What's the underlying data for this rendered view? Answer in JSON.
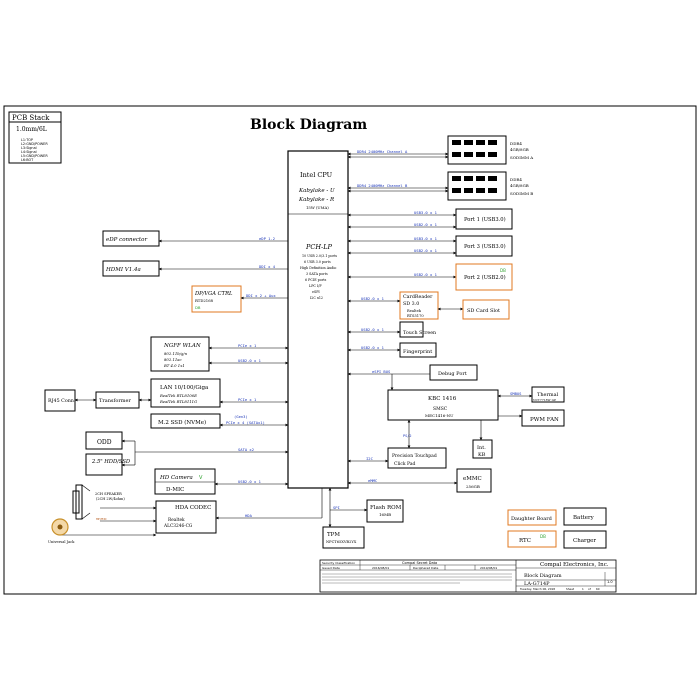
{
  "title": "Block Diagram",
  "pcb_stack": {
    "heading": "PCB Stack",
    "thickness": "1.0mm/6L",
    "layers": [
      "L1:TOP",
      "L2:GND/POWER",
      "L3:Signal",
      "L4:Signal",
      "L5:GND/POWER",
      "L6:BOT"
    ]
  },
  "cpu": {
    "name": "Intel CPU",
    "line1": "Kabylake - U",
    "line2": "Kabylake - R",
    "line3": "15W (UMA)",
    "pch": "PCH-LP",
    "features": [
      "10 USB 2.0/3.1 ports",
      "6 USB 3.0 ports",
      "High Definition Audio",
      "3 SATA ports",
      "6 PCIE ports",
      "LPC I/F",
      "eSPI",
      "I2C x12"
    ]
  },
  "memory": [
    {
      "bus": "DDR4 2400MHz Channel A",
      "title": "DDR4",
      "size": "4GB/8GB",
      "type": "SODIMM A"
    },
    {
      "bus": "DDR4 2400MHz Channel B",
      "title": "DDR4",
      "size": "4GB/8GB",
      "type": "SODIMM B"
    }
  ],
  "ports": {
    "usb3_label": "USB3.0 x 1",
    "usb2_label": "USB2.0 x 1",
    "port1": "Port 1 (USB3.0)",
    "port3": "Port 3 (USB3.0)",
    "port2": "Port 2 (USB2.0)",
    "port2_tag": "DB"
  },
  "left": {
    "edp": "eDP connector",
    "edp_bus": "eDP 1.2",
    "hdmi": "HDMI V1.4a",
    "hdmi_bus": "DDI x 4",
    "dpvga": "DP/VGA CTRL",
    "dpvga_part": "RTD2168",
    "dpvga_tag": "DB",
    "dpvga_bus": "DDI x 2 + Aux",
    "wlan": "NGFF WLAN",
    "wlan_l1": "802.11b/g/n",
    "wlan_l2": "802.11ac",
    "wlan_l3": "BT 4.0 1x1",
    "wlan_pcie": "PCIe x 1",
    "wlan_usb": "USB2.0 x 1",
    "lan": "LAN 10/100/Giga",
    "lan_l1": "RealTek RTL8106E",
    "lan_l2": "RealTek RTL8111G",
    "lan_pcie": "PCIe x 1",
    "rj45": "RJ45 Conn.",
    "transformer": "Transformer",
    "ssd": "M.2 SSD (NVMe)",
    "ssd_bus1": "(Gen3)",
    "ssd_bus2": "PCIe x 4 (SATAx1)",
    "odd": "ODD",
    "hdd": "2.5\" HDD/SSD",
    "sata_bus": "SATA x2",
    "camera": "HD Camera",
    "camera_tag": "V",
    "dmic": "D-MIC",
    "camera_bus": "USB2.0 x 1",
    "hda": "HDA CODEC",
    "hda_l1": "Realtek",
    "hda_l2": "ALC3246-CG",
    "hda_bus": "HDA",
    "speaker_l1": "2CH SPEAKER",
    "speaker_l2": "(2CH 2W/4ohm)",
    "hp_bus": "HP/MIC",
    "jack": "Universal Jack"
  },
  "right": {
    "cardreader": "CardReader",
    "cardreader_sub": "SD 3.0",
    "cardreader_l1": "Realtek",
    "cardreader_l2": "RTS5170",
    "cardreader_bus": "USB2.0 x 1",
    "sdslot": "SD Card Slot",
    "touch": "Touch Screen",
    "touch_bus": "USB2.0 x 1",
    "fp": "Fingerprint",
    "fp_bus": "USB2.0 x 1",
    "espi_bus": "eSPI BUS",
    "debug": "Debug  Port",
    "kbc": "KBC 1416",
    "kbc_l1": "SMSC",
    "kbc_l2": "MEC1416-NU",
    "smbus": "SMBUS",
    "thermal": "Thermal",
    "thermal_part": "NCT7718W GP",
    "pwm": "PWM FAN",
    "intkb_l1": "Int.",
    "intkb_l2": "KB",
    "ps2": "PS/2",
    "touchpad_l1": "Precision Touchpad",
    "touchpad_l2": "Click Pad",
    "i2c_bus": "I2C",
    "emmc": "eMMC",
    "emmc_size": "256GB",
    "emmc_bus": "eMMC",
    "flash": "Flash ROM",
    "flash_size": "16MB",
    "spi_bus": "SPI",
    "tpm": "TPM",
    "tpm_part": "NPCT65XVB2YX",
    "daughter": "Daughter Board",
    "battery": "Battery",
    "rtc": "RTC",
    "rtc_tag": "DB",
    "charger": "Charger"
  },
  "titleblock": {
    "security_label": "Security Classification",
    "security_value": "Compal Secret Data",
    "issued_label": "Issued Date",
    "issued_value": "2016/08/01",
    "declassified_label": "Deciphered Date",
    "declassified_value": "2019/08/01",
    "company": "Compal Electronics, Inc.",
    "sheet_title": "Block Diagram",
    "doc_number": "LA-G714P",
    "rev": "1.0",
    "date_line": "Tuesday, March 06, 2018",
    "sheet_label": "Sheet",
    "sheet_no": "1",
    "of_label": "of",
    "total": "60"
  },
  "colors": {
    "ink": "#000000",
    "bus_label": "#1c36b8",
    "red": "#d21b1b",
    "orange": "#e07820",
    "green": "#2fa12f",
    "page_ref": "#b05010"
  }
}
